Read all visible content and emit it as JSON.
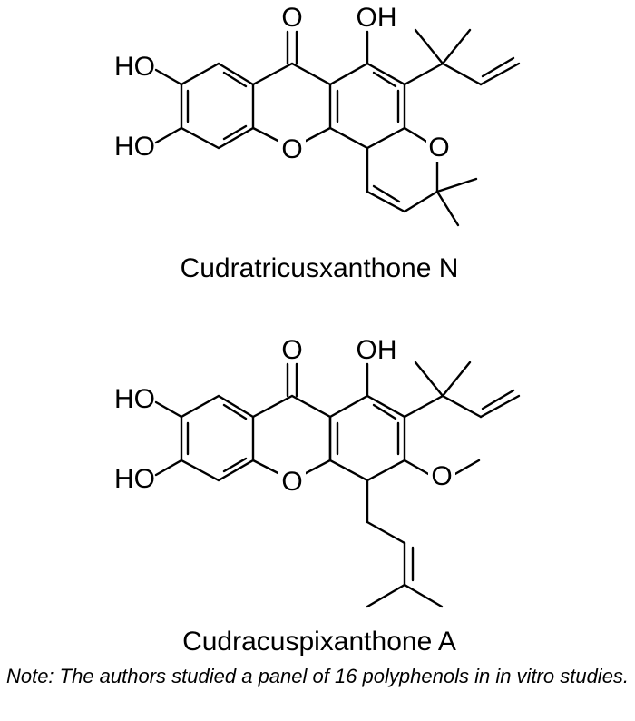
{
  "molecules": [
    {
      "name": "Cudratricusxanthone N",
      "atoms": [
        "O",
        "OH",
        "HO",
        "HO",
        "O",
        "O"
      ]
    },
    {
      "name": "Cudracuspixanthone A",
      "atoms": [
        "O",
        "OH",
        "HO",
        "HO",
        "O",
        "O"
      ]
    }
  ],
  "note": "Note: The authors studied a panel of 16 polyphenols in in vitro studies."
}
